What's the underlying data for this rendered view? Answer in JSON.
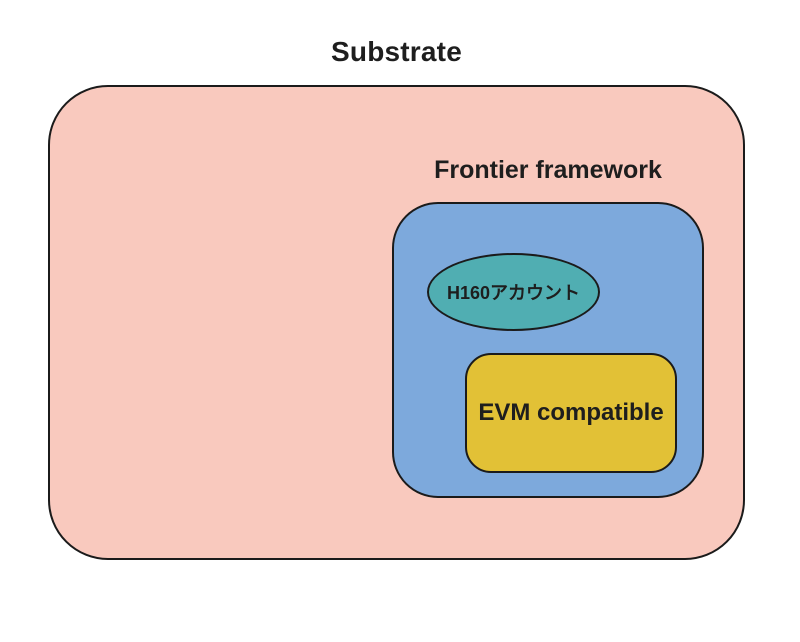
{
  "diagram": {
    "title": "Substrate",
    "containers": [
      {
        "id": "substrate",
        "label": "Substrate",
        "shape": "rounded-rect",
        "fill": "#f9c9be"
      },
      {
        "id": "frontier",
        "label": "Frontier framework",
        "shape": "rounded-rect",
        "fill": "#7da9dc",
        "parent": "substrate"
      },
      {
        "id": "h160",
        "label": "H160アカウント",
        "shape": "ellipse",
        "fill": "#50aeb2",
        "parent": "frontier"
      },
      {
        "id": "evm",
        "label": "EVM compatible",
        "shape": "rounded-rect",
        "fill": "#e2c136",
        "parent": "frontier"
      }
    ],
    "frontier_label": "Frontier framework",
    "h160_label": "H160アカウント",
    "evm_label": "EVM compatible"
  },
  "colors": {
    "substrate_fill": "#f9c9be",
    "frontier_fill": "#7da9dc",
    "h160_fill": "#50aeb2",
    "evm_fill": "#e2c136",
    "outline": "#1b1b1b",
    "background": "#ffffff",
    "text": "#1e1e1e"
  }
}
